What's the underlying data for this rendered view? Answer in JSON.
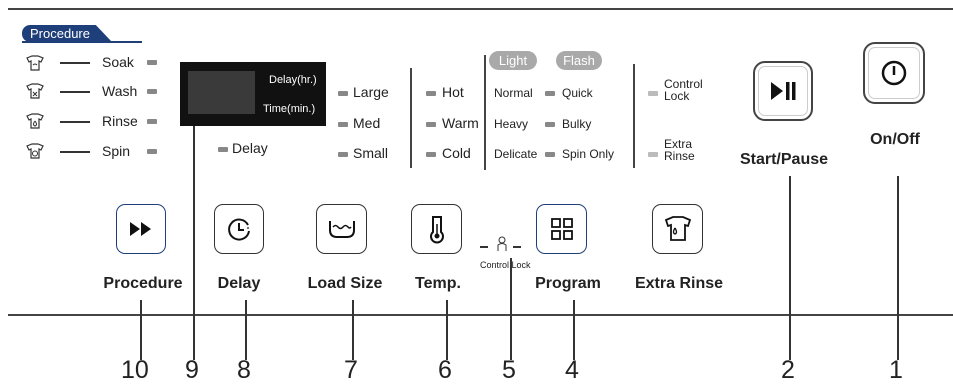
{
  "procedure": {
    "tag": "Procedure",
    "items": [
      {
        "label": "Soak",
        "icon": "soak-icon"
      },
      {
        "label": "Wash",
        "icon": "wash-icon"
      },
      {
        "label": "Rinse",
        "icon": "rinse-icon"
      },
      {
        "label": "Spin",
        "icon": "spin-icon"
      }
    ]
  },
  "display": {
    "delay_hr": "Delay(hr.)",
    "time_min": "Time(min.)",
    "delay_indicator": "Delay"
  },
  "load": [
    "Large",
    "Med",
    "Small"
  ],
  "temp": [
    "Hot",
    "Warm",
    "Cold"
  ],
  "program": {
    "light_label": "Light",
    "flash_label": "Flash",
    "left": [
      "Normal",
      "Heavy",
      "Delicate"
    ],
    "right": [
      "Quick",
      "Bulky",
      "Spin Only"
    ]
  },
  "indicators": {
    "control_lock": [
      "Control",
      "Lock"
    ],
    "extra_rinse": [
      "Extra",
      "Rinse"
    ]
  },
  "buttons": {
    "procedure": "Procedure",
    "delay": "Delay",
    "load_size": "Load Size",
    "temp": "Temp.",
    "program": "Program",
    "extra_rinse": "Extra Rinse",
    "start_pause": "Start/Pause",
    "on_off": "On/Off",
    "control_lock_hint": "Control Lock"
  },
  "callouts": [
    "10",
    "9",
    "8",
    "7",
    "6",
    "5",
    "4",
    "2",
    "1"
  ],
  "colors": {
    "accent": "#1f3f7a",
    "led": "#888888",
    "panel_border": "#444444"
  }
}
